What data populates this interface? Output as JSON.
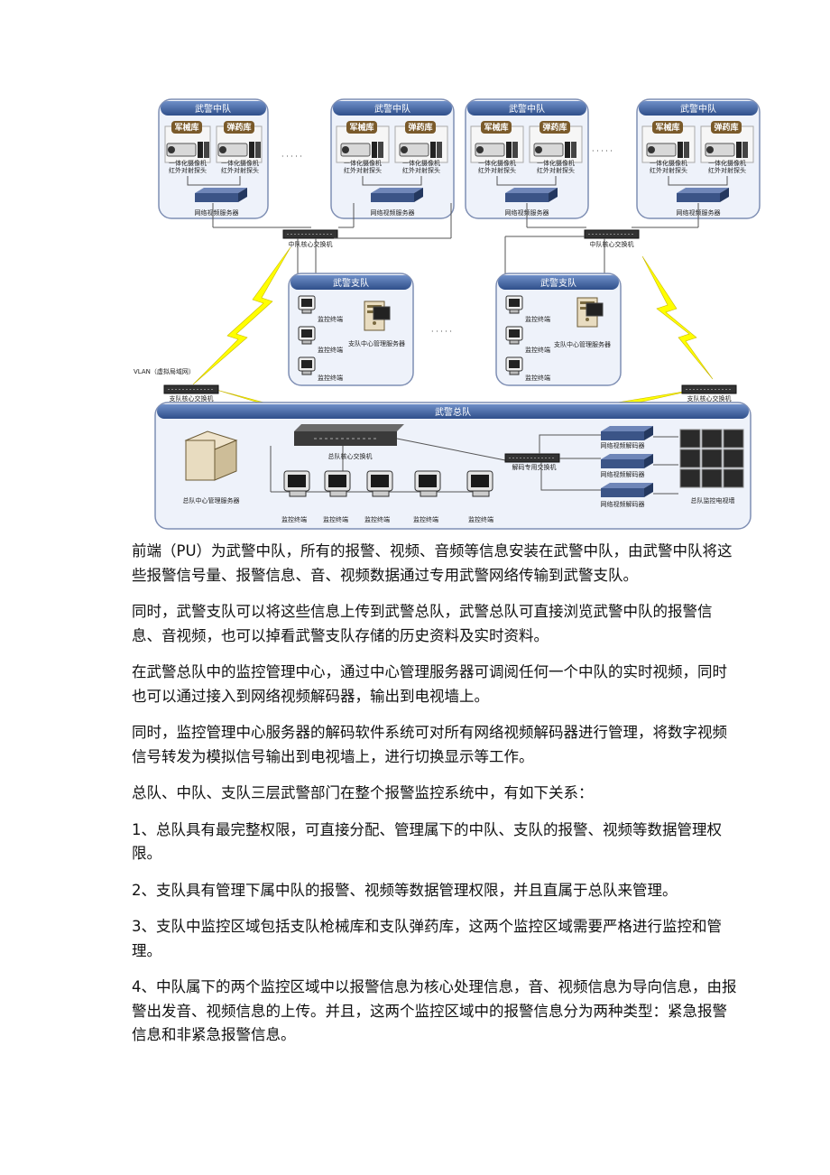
{
  "diagram": {
    "wj_zhongdui": "武警中队",
    "wj_zhidui": "武警支队",
    "wj_zongdui": "武警总队",
    "junxieku": "军械库",
    "danyaoku": "弹药库",
    "camera_line1": "一体化摄像机",
    "camera_line2": "红外对射探头",
    "video_server": "网络视频服务器",
    "zd_core_switch": "中队核心交换机",
    "monitor_terminal": "监控终端",
    "zhidui_server": "支队中心管理服务器",
    "vlan": "VLAN（虚拟局域网）",
    "zhidui_core_switch": "支队核心交换机",
    "zongdui_core_switch": "总队核心交换机",
    "zongdui_server": "总队中心管理服务器",
    "decode_switch": "解码专用交换机",
    "decoder": "网络视频解码器",
    "tv_wall": "总队监控电视墙",
    "dots": "· · · · ·",
    "colors": {
      "box_border": "#7f8fb4",
      "box_fill": "#eef2fa",
      "header": "#3d5f9e",
      "label_bg": "#7a5a2a",
      "bolt": "#ffff00"
    }
  },
  "paragraphs": [
    "前端（PU）为武警中队，所有的报警、视频、音频等信息安装在武警中队，由武警中队将这些报警信号量、报警信息、音、视频数据通过专用武警网络传输到武警支队。",
    "同时，武警支队可以将这些信息上传到武警总队，武警总队可直接浏览武警中队的报警信息、音视频，也可以掉看武警支队存储的历史资料及实时资料。",
    "在武警总队中的监控管理中心，通过中心管理服务器可调阅任何一个中队的实时视频，同时也可以通过接入到网络视频解码器，输出到电视墙上。",
    "同时，监控管理中心服务器的解码软件系统可对所有网络视频解码器进行管理，将数字视频信号转发为模拟信号输出到电视墙上，进行切换显示等工作。",
    "总队、中队、支队三层武警部门在整个报警监控系统中，有如下关系：",
    "1、总队具有最完整权限，可直接分配、管理属下的中队、支队的报警、视频等数据管理权限。",
    "2、支队具有管理下属中队的报警、视频等数据管理权限，并且直属于总队来管理。",
    "3、支队中监控区域包括支队枪械库和支队弹药库，这两个监控区域需要严格进行监控和管理。",
    "4、中队属下的两个监控区域中以报警信息为核心处理信息，音、视频信息为导向信息，由报警出发音、视频信息的上传。并且，这两个监控区域中的报警信息分为两种类型：紧急报警信息和非紧急报警信息。"
  ]
}
